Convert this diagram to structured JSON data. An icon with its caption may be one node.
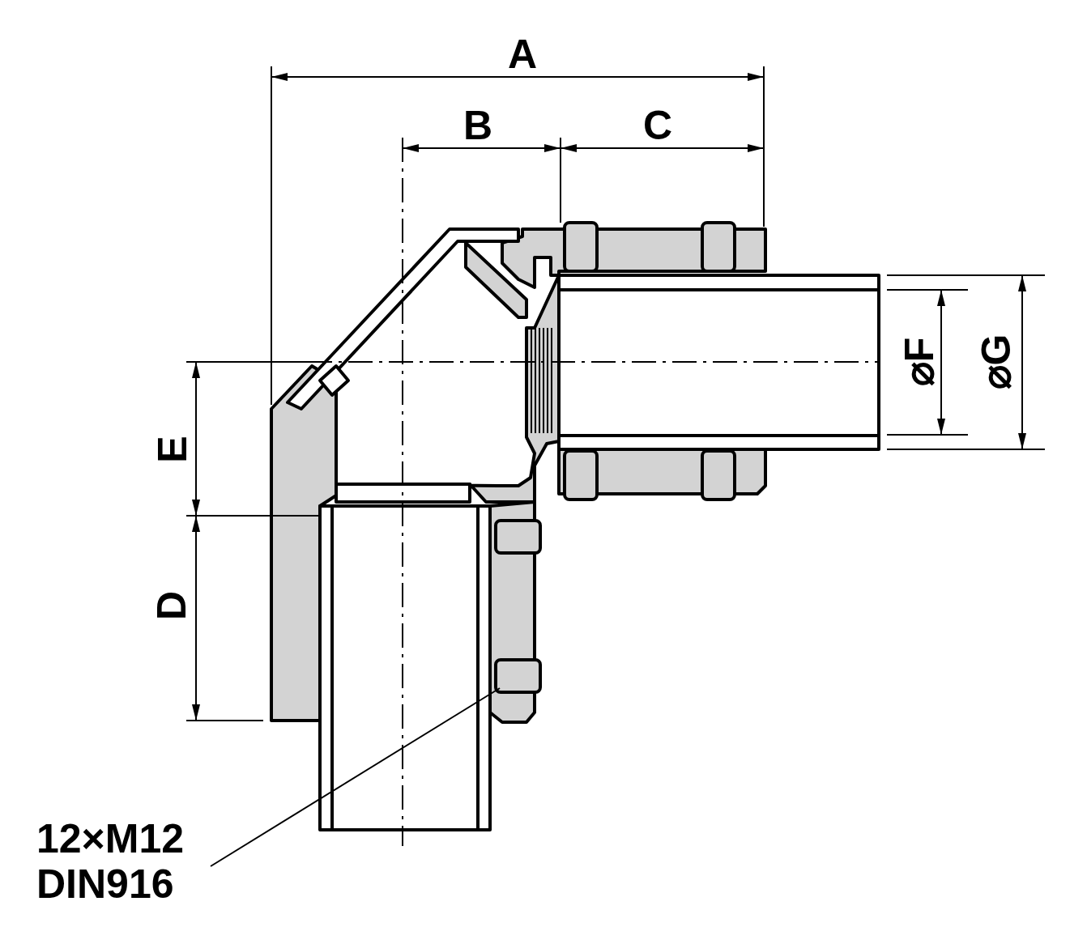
{
  "diagram": {
    "nodes": [
      {
        "text": [
          "12×M12 DIN916"
        ]
      },
      {
        "text": [],
        "shape": "box"
      }
    ],
    "edges": [
      {
        "from": 0,
        "to": 1,
        "arrow": "none"
      }
    ],
    "labels": [
      "A",
      "B",
      "C",
      "⌀F",
      "⌀G",
      "E",
      "D"
    ]
  }
}
